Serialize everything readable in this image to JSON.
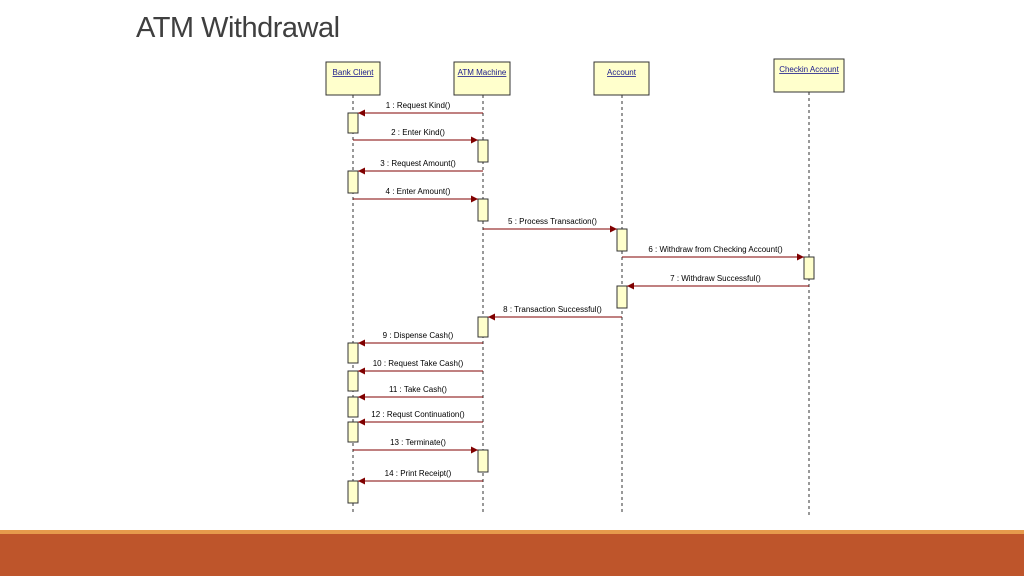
{
  "slide": {
    "title": "ATM Withdrawal"
  },
  "colors": {
    "title": "#3f3f3f",
    "box_fill": "#ffffcc",
    "box_stroke": "#333333",
    "arrow": "#800000",
    "lifeline_label": "#1a1a8c",
    "footer_band": "#be552b",
    "footer_line": "#e69a4c"
  },
  "lifelines": [
    {
      "id": "bank-client",
      "label": "Bank Client"
    },
    {
      "id": "atm-machine",
      "label": "ATM Machine"
    },
    {
      "id": "account",
      "label": "Account"
    },
    {
      "id": "checkin-account",
      "label": "Checkin Account"
    }
  ],
  "messages": [
    {
      "num": 1,
      "label": "1 : Request Kind()",
      "from": "atm-machine",
      "to": "bank-client"
    },
    {
      "num": 2,
      "label": "2 : Enter Kind()",
      "from": "bank-client",
      "to": "atm-machine"
    },
    {
      "num": 3,
      "label": "3 : Request Amount()",
      "from": "atm-machine",
      "to": "bank-client"
    },
    {
      "num": 4,
      "label": "4 : Enter Amount()",
      "from": "bank-client",
      "to": "atm-machine"
    },
    {
      "num": 5,
      "label": "5 : Process Transaction()",
      "from": "atm-machine",
      "to": "account"
    },
    {
      "num": 6,
      "label": "6 : Withdraw from Checking Account()",
      "from": "account",
      "to": "checkin-account"
    },
    {
      "num": 7,
      "label": "7 : Withdraw Successful()",
      "from": "checkin-account",
      "to": "account"
    },
    {
      "num": 8,
      "label": "8 : Transaction Successful()",
      "from": "account",
      "to": "atm-machine"
    },
    {
      "num": 9,
      "label": "9 : Dispense Cash()",
      "from": "atm-machine",
      "to": "bank-client"
    },
    {
      "num": 10,
      "label": "10 : Request Take Cash()",
      "from": "atm-machine",
      "to": "bank-client"
    },
    {
      "num": 11,
      "label": "11 : Take Cash()",
      "from": "atm-machine",
      "to": "bank-client"
    },
    {
      "num": 12,
      "label": "12 : Requst Continuation()",
      "from": "atm-machine",
      "to": "bank-client"
    },
    {
      "num": 13,
      "label": "13 : Terminate()",
      "from": "bank-client",
      "to": "atm-machine"
    },
    {
      "num": 14,
      "label": "14 : Print Receipt()",
      "from": "atm-machine",
      "to": "bank-client"
    }
  ]
}
